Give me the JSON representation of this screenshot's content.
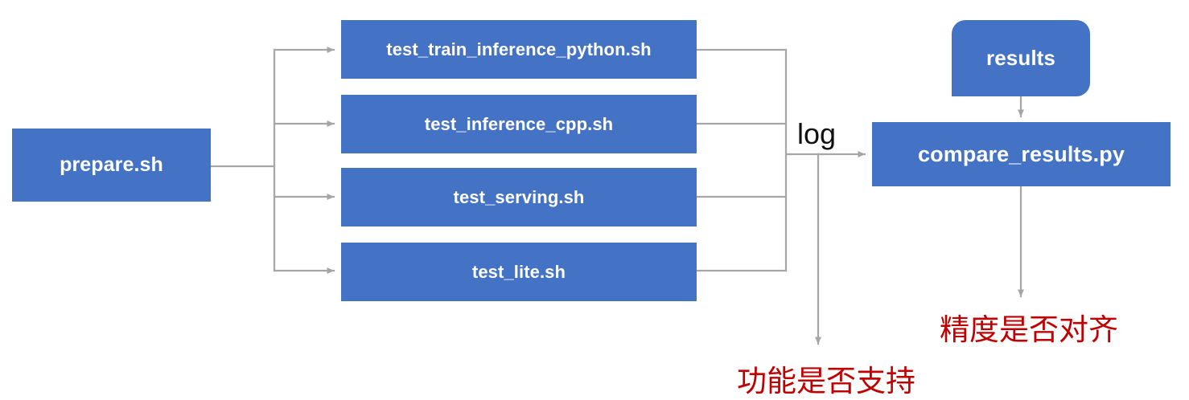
{
  "diagram": {
    "type": "flowchart",
    "title": "",
    "colors": {
      "node_fill": "#4472C4",
      "node_text": "#FFFFFF",
      "connector": "#A6A6A6",
      "annotation_red": "#C00000",
      "label_black": "#111111",
      "background": "#FFFFFF"
    },
    "nodes": {
      "prepare": {
        "label": "prepare.sh",
        "shape": "rect"
      },
      "test_train_inference_python": {
        "label": "test_train_inference_python.sh",
        "shape": "rect"
      },
      "test_inference_cpp": {
        "label": "test_inference_cpp.sh",
        "shape": "rect"
      },
      "test_serving": {
        "label": "test_serving.sh",
        "shape": "rect"
      },
      "test_lite": {
        "label": "test_lite.sh",
        "shape": "rect"
      },
      "results": {
        "label": "results",
        "shape": "rounded-rect"
      },
      "compare_results": {
        "label": "compare_results.py",
        "shape": "rect"
      }
    },
    "edge_labels": {
      "log": "log"
    },
    "annotations": {
      "feature_support": "功能是否支持",
      "precision_aligned": "精度是否对齐"
    }
  }
}
